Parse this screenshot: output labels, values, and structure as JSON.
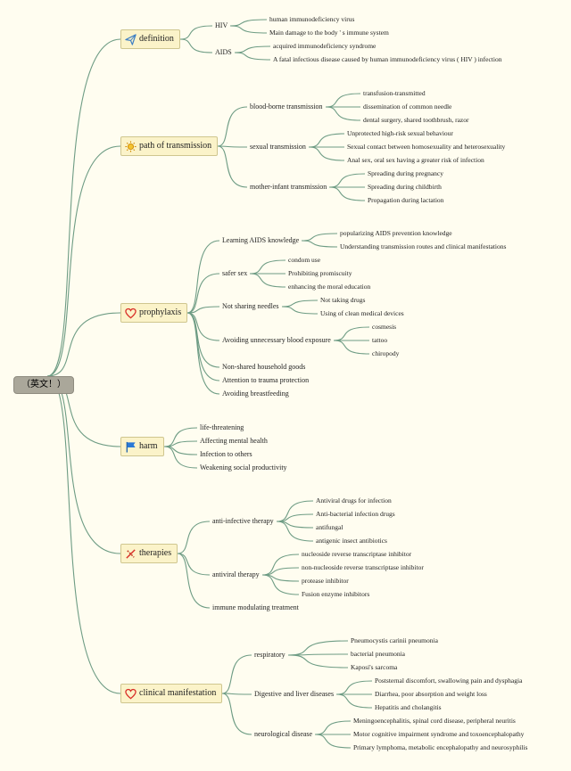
{
  "root": "（英文！）",
  "colors": {
    "edge": "#6e9c84",
    "category_bg": "#fbf3c9",
    "root_bg": "#aaa79a"
  },
  "categories": [
    {
      "id": "definition",
      "label": "definition",
      "icon": "paper-plane-icon",
      "children": [
        {
          "label": "HIV",
          "children": [
            "human immunodeficiency virus",
            "Main damage to the body ' s immune system"
          ]
        },
        {
          "label": "AIDS",
          "children": [
            "acquired immunodeficiency syndrome",
            "A fatal infectious disease caused by human immunodeficiency virus ( HIV ) infection"
          ]
        }
      ]
    },
    {
      "id": "transmission",
      "label": "path of transmission",
      "icon": "sun-icon",
      "children": [
        {
          "label": "blood-borne transmission",
          "children": [
            "transfusion-transmitted",
            "dissemination of common needle",
            "dental surgery, shared toothbrush, razor"
          ]
        },
        {
          "label": "sexual transmission",
          "children": [
            "Unprotected high-risk sexual behaviour",
            "Sexual contact between homosexuality and heterosexuality",
            "Anal sex, oral sex having a greater risk of infection"
          ]
        },
        {
          "label": "mother-infant transmission",
          "children": [
            "Spreading during pregnancy",
            "Spreading during childbirth",
            "Propagation during lactation"
          ]
        }
      ]
    },
    {
      "id": "prophylaxis",
      "label": "prophylaxis",
      "icon": "heart-icon",
      "children": [
        {
          "label": "Learning AIDS knowledge",
          "children": [
            "popularizing AIDS prevention knowledge",
            "Understanding transmission routes and clinical manifestations"
          ]
        },
        {
          "label": "safer sex",
          "children": [
            "condom use",
            "Prohibiting promiscuity",
            "enhancing the moral education"
          ]
        },
        {
          "label": "Not sharing needles",
          "children": [
            "Not taking drugs",
            "Using of clean medical devices"
          ]
        },
        {
          "label": "Avoiding unnecessary blood exposure",
          "children": [
            "cosmesis",
            "tattoo",
            "chiropody"
          ]
        },
        {
          "label": "Non-shared household goods",
          "children": []
        },
        {
          "label": "Attention to trauma protection",
          "children": []
        },
        {
          "label": "Avoiding breastfeeding",
          "children": []
        }
      ]
    },
    {
      "id": "harm",
      "label": "harm",
      "icon": "flag-icon",
      "children": [
        {
          "label": "life-threatening",
          "children": []
        },
        {
          "label": "Affecting mental health",
          "children": []
        },
        {
          "label": "Infection to others",
          "children": []
        },
        {
          "label": "Weakening social productivity",
          "children": []
        }
      ]
    },
    {
      "id": "therapies",
      "label": "therapies",
      "icon": "tools-icon",
      "children": [
        {
          "label": "anti-infective therapy",
          "children": [
            "Antiviral drugs for infection",
            "Anti-bacterial infection drugs",
            "antifungal",
            "antigenic insect antibiotics"
          ]
        },
        {
          "label": "antiviral therapy",
          "children": [
            "nucleoside reverse transcriptase inhibitor",
            "non-nucleoside reverse transcriptase inhibitor",
            "protease inhibitor",
            "Fusion enzyme inhibitors"
          ]
        },
        {
          "label": "immune modulating treatment",
          "children": []
        }
      ]
    },
    {
      "id": "clinical",
      "label": "clinical manifestation",
      "icon": "heart-icon",
      "children": [
        {
          "label": "respiratory",
          "children": [
            "Pneumocystis carinii pneumonia",
            "bacterial pneumonia",
            "Kaposi's sarcoma"
          ]
        },
        {
          "label": "Digestive and liver diseases",
          "children": [
            "Poststernal discomfort, swallowing pain and dysphagia",
            "Diarrhea, poor absorption and weight loss",
            "Hepatitis and cholangitis"
          ]
        },
        {
          "label": "neurological disease",
          "children": [
            "Meningoencephalitis, spinal cord disease, peripheral neuritis",
            "Motor cognitive impairment syndrome and toxoencephalopathy",
            "Primary lymphoma, metabolic encephalopathy and neurosyphilis"
          ]
        }
      ]
    }
  ]
}
